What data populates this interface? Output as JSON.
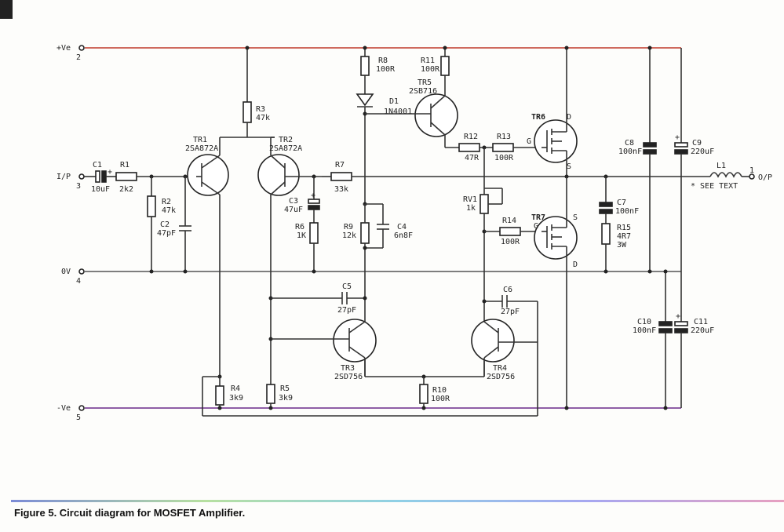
{
  "caption": "Figure 5. Circuit diagram for MOSFET Amplifier.",
  "rails": {
    "pos": "+Ve",
    "pos_pin": "2",
    "gnd": "0V",
    "gnd_pin": "4",
    "neg": "-Ve",
    "neg_pin": "5"
  },
  "io": {
    "input": "I/P",
    "input_pin": "3",
    "output": "O/P",
    "output_pin": "1",
    "see_text": "* SEE TEXT"
  },
  "components": {
    "C1": [
      "C1",
      "10uF"
    ],
    "R1": [
      "R1",
      "2k2"
    ],
    "R2": [
      "R2",
      "47k"
    ],
    "C2": [
      "C2",
      "47pF"
    ],
    "R3": [
      "R3",
      "47k"
    ],
    "TR1": [
      "TR1",
      "2SA872A"
    ],
    "TR2": [
      "TR2",
      "2SA872A"
    ],
    "R7": [
      "R7",
      "33k"
    ],
    "C3": [
      "C3",
      "47uF"
    ],
    "R6": [
      "R6",
      "1K"
    ],
    "R8": [
      "R8",
      "100R"
    ],
    "R11": [
      "R11",
      "100R"
    ],
    "D1": [
      "D1",
      "1N4001"
    ],
    "TR5": [
      "TR5",
      "2SB716"
    ],
    "R9": [
      "R9",
      "12k"
    ],
    "C4": [
      "C4",
      "6n8F"
    ],
    "R12": [
      "R12",
      "47R"
    ],
    "R13": [
      "R13",
      "100R"
    ],
    "TR6": [
      "TR6"
    ],
    "RV1": [
      "RV1",
      "1k"
    ],
    "R14": [
      "R14",
      "100R"
    ],
    "TR7": [
      "TR7"
    ],
    "C8": [
      "C8",
      "100nF"
    ],
    "C9": [
      "C9",
      "220uF"
    ],
    "L1": [
      "L1"
    ],
    "C7": [
      "C7",
      "100nF"
    ],
    "R15": [
      "R15",
      "4R7",
      "3W"
    ],
    "C5": [
      "C5",
      "27pF"
    ],
    "C6": [
      "C6",
      "27pF"
    ],
    "TR3": [
      "TR3",
      "2SD756"
    ],
    "TR4": [
      "TR4",
      "2SD756"
    ],
    "R10": [
      "R10",
      "100R"
    ],
    "R4": [
      "R4",
      "3k9"
    ],
    "R5": [
      "R5",
      "3k9"
    ],
    "C10": [
      "C10",
      "100nF"
    ],
    "C11": [
      "C11",
      "220uF"
    ]
  },
  "pins": {
    "gate": "G",
    "drain": "D",
    "source": "S",
    "plus": "+"
  }
}
